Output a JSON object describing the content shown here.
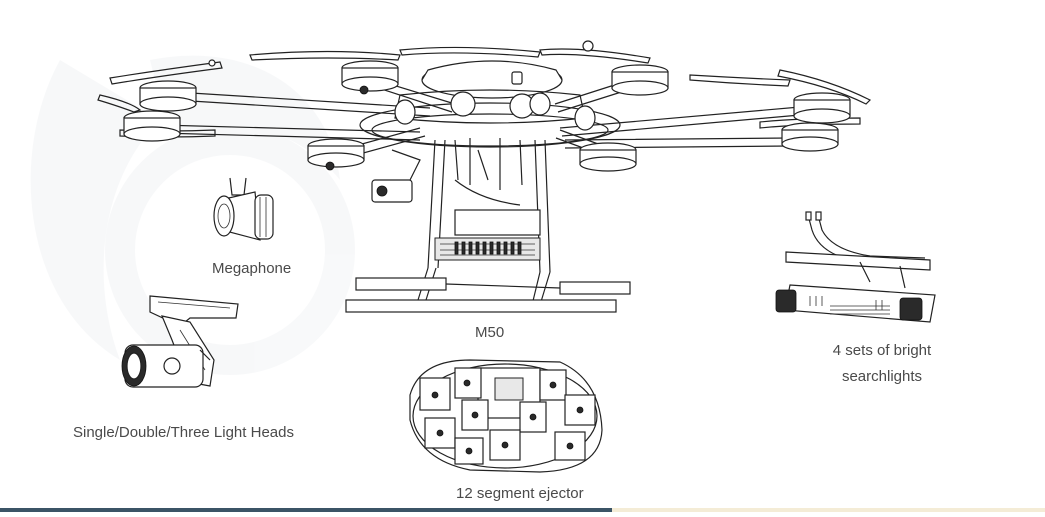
{
  "captions": {
    "megaphone": "Megaphone",
    "light_heads": "Single/Double/Three Light Heads",
    "m50": "M50",
    "searchlights_line1": "4 sets of bright",
    "searchlights_line2": "searchlights",
    "ejector": "12 segment ejector"
  },
  "colors": {
    "line": "#222222",
    "caption": "#4a4a4a",
    "bar_left": "#3b5466",
    "bar_right": "#f4ecd6"
  }
}
